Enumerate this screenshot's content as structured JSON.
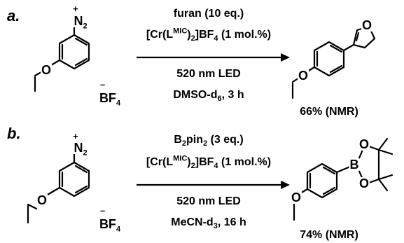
{
  "panels": [
    {
      "label": "a.",
      "reagent": "furan (10 eq.)",
      "catalyst_pre": "[Cr(L",
      "catalyst_sup": "MIC",
      "catalyst_post": ")",
      "catalyst_sub": "2",
      "catalyst_end": "]BF",
      "catalyst_sub2": "4",
      "catalyst_tail": " (1 mol.%)",
      "light": "520 nm LED",
      "solvent_pre": "DMSO-d",
      "solvent_sub": "6",
      "solvent_post": ", 3 h",
      "yield": "66% (NMR)"
    },
    {
      "label": "b.",
      "reagent_pre": "B",
      "reagent_sub1": "2",
      "reagent_mid": "pin",
      "reagent_sub2": "2",
      "reagent_post": " (3 eq.)",
      "catalyst_pre": "[Cr(L",
      "catalyst_sup": "MIC",
      "catalyst_post": ")",
      "catalyst_sub": "2",
      "catalyst_end": "]BF",
      "catalyst_sub2": "4",
      "catalyst_tail": " (1 mol.%)",
      "light": "520 nm LED",
      "solvent_pre": "MeCN-d",
      "solvent_sub": "3",
      "solvent_post": ", 16 h",
      "yield": "74% (NMR)"
    }
  ],
  "atoms": {
    "diazonium_n": "N",
    "diazonium_n_sub": "2",
    "plus": "+",
    "minus": "–",
    "counterion": "BF",
    "counterion_sub": "4",
    "oxygen": "O",
    "boron": "B"
  }
}
